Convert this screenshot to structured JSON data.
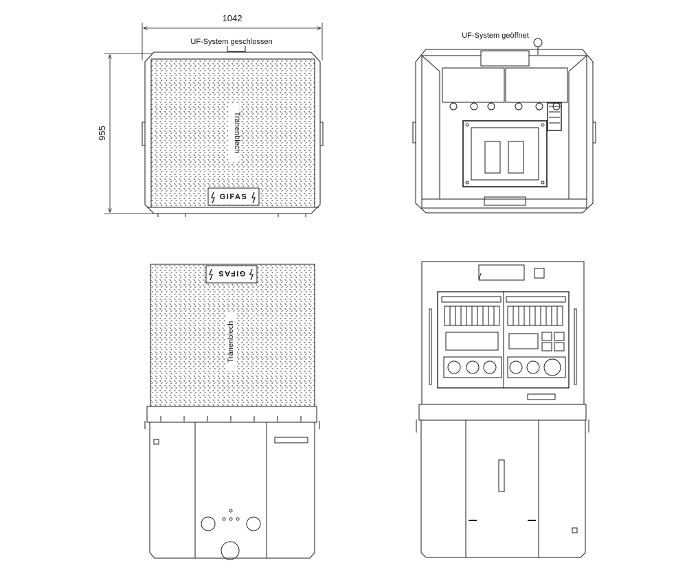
{
  "dimensions": {
    "width": "1042",
    "height": "955"
  },
  "views": {
    "top_closed": {
      "title": "UF-System geschlossen",
      "plate_label": "Tränenblech",
      "logo": "GIFAS"
    },
    "top_open": {
      "title": "UF-System geöffnet"
    },
    "front_closed": {
      "plate_label": "Tränenblech",
      "logo": "GIFAS"
    },
    "front_open": {}
  },
  "colors": {
    "line": "#1a1a1a",
    "plate_texture": "#2b2b2b",
    "background": "#ffffff"
  }
}
